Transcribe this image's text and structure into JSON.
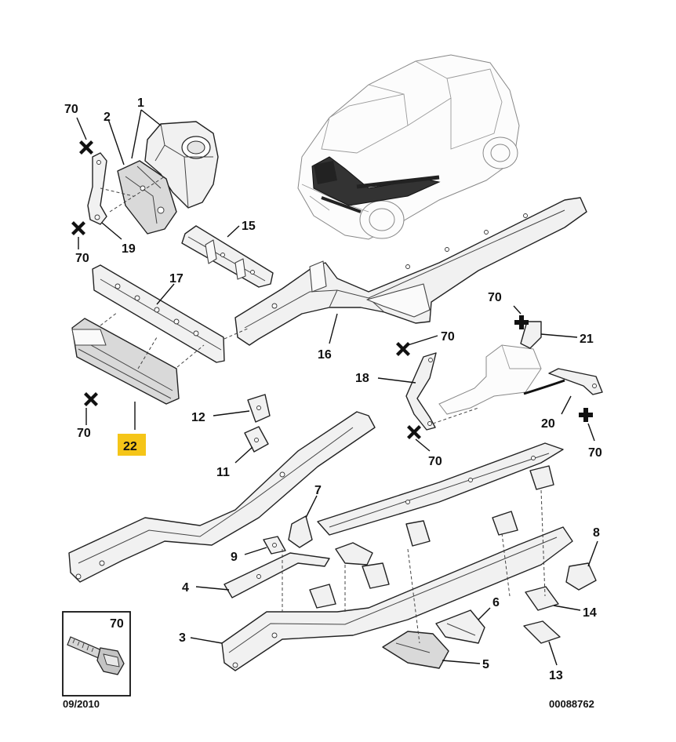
{
  "title": "Front and rear chassis frame members parts diagram",
  "labels": {
    "l1": "1",
    "l2": "2",
    "l3": "3",
    "l4": "4",
    "l5": "5",
    "l6": "6",
    "l7": "7",
    "l8": "8",
    "l9": "9",
    "l11": "11",
    "l12": "12",
    "l13": "13",
    "l14": "14",
    "l15": "15",
    "l16": "16",
    "l17": "17",
    "l18": "18",
    "l19": "19",
    "l20": "20",
    "l21": "21",
    "l22": "22"
  },
  "fastener_label": "70",
  "fastener_callouts": [
    {
      "id": "bolt-top-left-upper",
      "text": "70"
    },
    {
      "id": "bolt-top-left-lower",
      "text": "70"
    },
    {
      "id": "bolt-22-left",
      "text": "70"
    },
    {
      "id": "bolt-18-upper",
      "text": "70"
    },
    {
      "id": "bolt-18-lower",
      "text": "70"
    },
    {
      "id": "bolt-21-upper",
      "text": "70"
    },
    {
      "id": "bolt-20-lower",
      "text": "70"
    }
  ],
  "highlighted_part": "22",
  "highlight_color": "#f5c518",
  "inset": {
    "label": "70",
    "icon": "bolt-icon"
  },
  "footer": {
    "date": "09/2010",
    "reference": "00088762"
  }
}
